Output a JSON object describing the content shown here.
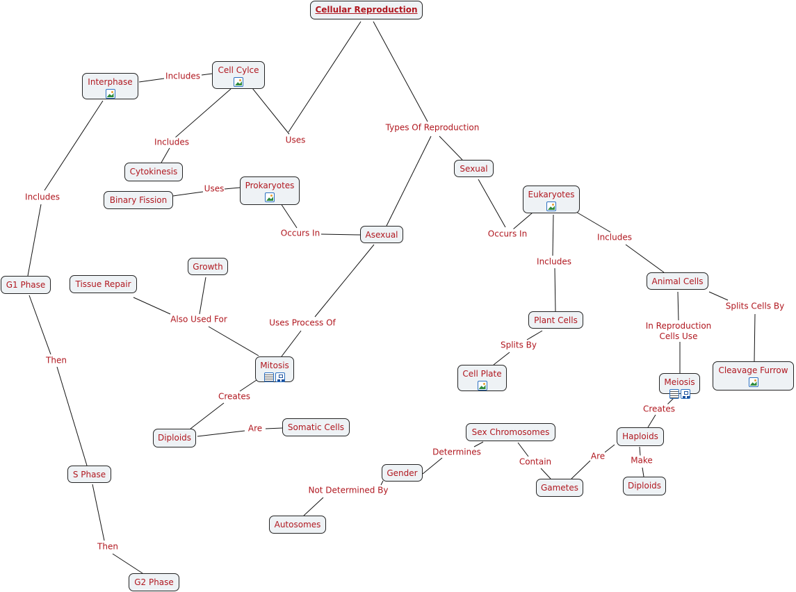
{
  "title": "Cellular Reproduction",
  "nodes": [
    {
      "id": "cellular-reproduction",
      "text": "Cellular Reproduction",
      "icons": []
    },
    {
      "id": "cell-cycle",
      "text": "Cell Cylce",
      "icons": [
        "image"
      ]
    },
    {
      "id": "interphase",
      "text": "Interphase",
      "icons": [
        "image"
      ]
    },
    {
      "id": "cytokinesis",
      "text": "Cytokinesis",
      "icons": []
    },
    {
      "id": "sexual",
      "text": "Sexual",
      "icons": []
    },
    {
      "id": "prokaryotes",
      "text": "Prokaryotes",
      "icons": [
        "image"
      ]
    },
    {
      "id": "binary-fission",
      "text": "Binary Fission",
      "icons": []
    },
    {
      "id": "asexual",
      "text": "Asexual",
      "icons": []
    },
    {
      "id": "eukaryotes",
      "text": "Eukaryotes",
      "icons": [
        "image"
      ]
    },
    {
      "id": "animal-cells",
      "text": "Animal Cells",
      "icons": []
    },
    {
      "id": "g1-phase",
      "text": "G1 Phase",
      "icons": []
    },
    {
      "id": "tissue-repair",
      "text": "Tissue Repair",
      "icons": []
    },
    {
      "id": "growth",
      "text": "Growth",
      "icons": []
    },
    {
      "id": "mitosis",
      "text": "Mitosis",
      "icons": [
        "document",
        "cmap"
      ]
    },
    {
      "id": "plant-cells",
      "text": "Plant Cells",
      "icons": []
    },
    {
      "id": "cell-plate",
      "text": "Cell Plate",
      "icons": [
        "image"
      ]
    },
    {
      "id": "cleavage-furrow",
      "text": "Cleavage Furrow",
      "icons": [
        "image"
      ]
    },
    {
      "id": "meiosis",
      "text": "Meiosis",
      "icons": [
        "document",
        "cmap"
      ]
    },
    {
      "id": "diploids-1",
      "text": "Diploids",
      "icons": []
    },
    {
      "id": "somatic-cells",
      "text": "Somatic Cells",
      "icons": []
    },
    {
      "id": "sex-chromosomes",
      "text": "Sex Chromosomes",
      "icons": []
    },
    {
      "id": "haploids",
      "text": "Haploids",
      "icons": []
    },
    {
      "id": "gender",
      "text": "Gender",
      "icons": []
    },
    {
      "id": "gametes",
      "text": "Gametes",
      "icons": []
    },
    {
      "id": "diploids-2",
      "text": "Diploids",
      "icons": []
    },
    {
      "id": "autosomes",
      "text": "Autosomes",
      "icons": []
    },
    {
      "id": "s-phase",
      "text": "S Phase",
      "icons": []
    },
    {
      "id": "g2-phase",
      "text": "G2 Phase",
      "icons": []
    }
  ],
  "links": [
    {
      "id": "includes-1",
      "text": "Includes"
    },
    {
      "id": "uses-1",
      "text": "Uses"
    },
    {
      "id": "includes-2",
      "text": "Includes"
    },
    {
      "id": "types-of-reproduction",
      "text": "Types Of Reproduction"
    },
    {
      "id": "uses-2",
      "text": "Uses"
    },
    {
      "id": "occurs-in-1",
      "text": "Occurs In"
    },
    {
      "id": "occurs-in-2",
      "text": "Occurs In"
    },
    {
      "id": "includes-3",
      "text": "Includes"
    },
    {
      "id": "includes-4",
      "text": "Includes"
    },
    {
      "id": "splits-cells-by",
      "text": "Splits Cells By"
    },
    {
      "id": "in-reproduction-cells-use",
      "text": "In Reproduction Cells Use"
    },
    {
      "id": "includes-5",
      "text": "Includes"
    },
    {
      "id": "also-used-for",
      "text": "Also Used For"
    },
    {
      "id": "uses-process-of",
      "text": "Uses Process Of"
    },
    {
      "id": "splits-by",
      "text": "Splits By"
    },
    {
      "id": "creates-1",
      "text": "Creates"
    },
    {
      "id": "creates-2",
      "text": "Creates"
    },
    {
      "id": "then-1",
      "text": "Then"
    },
    {
      "id": "are-1",
      "text": "Are"
    },
    {
      "id": "determines",
      "text": "Determines"
    },
    {
      "id": "contain",
      "text": "Contain"
    },
    {
      "id": "are-2",
      "text": "Are"
    },
    {
      "id": "make",
      "text": "Make"
    },
    {
      "id": "not-determined-by",
      "text": "Not Determined By"
    },
    {
      "id": "then-2",
      "text": "Then"
    }
  ]
}
